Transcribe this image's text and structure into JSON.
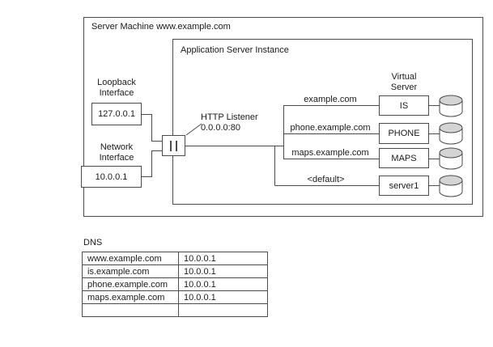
{
  "diagram": {
    "server_machine_title": "Server Machine www.example.com",
    "app_server_title": "Application Server Instance",
    "loopback": {
      "label_line1": "Loopback",
      "label_line2": "Interface",
      "address": "127.0.0.1"
    },
    "network": {
      "label_line1": "Network",
      "label_line2": "Interface",
      "address": "10.0.0.1"
    },
    "listener": {
      "label": "HTTP Listener",
      "address": "0.0.0.0:80"
    },
    "virtual_server_heading": {
      "line1": "Virtual",
      "line2": "Server"
    },
    "routes": [
      {
        "host": "example.com",
        "virtual_server": "IS"
      },
      {
        "host": "phone.example.com",
        "virtual_server": "PHONE"
      },
      {
        "host": "maps.example.com",
        "virtual_server": "MAPS"
      },
      {
        "host": "<default>",
        "virtual_server": "server1"
      }
    ]
  },
  "dns": {
    "title": "DNS",
    "rows": [
      {
        "host": "www.example.com",
        "ip": "10.0.0.1"
      },
      {
        "host": "is.example.com",
        "ip": "10.0.0.1"
      },
      {
        "host": "phone.example.com",
        "ip": "10.0.0.1"
      },
      {
        "host": "maps.example.com",
        "ip": "10.0.0.1"
      },
      {
        "host": "",
        "ip": ""
      }
    ]
  },
  "colors": {
    "line": "#4b4b4b",
    "cylinder_top": "#d4d4d4",
    "background": "#ffffff"
  }
}
